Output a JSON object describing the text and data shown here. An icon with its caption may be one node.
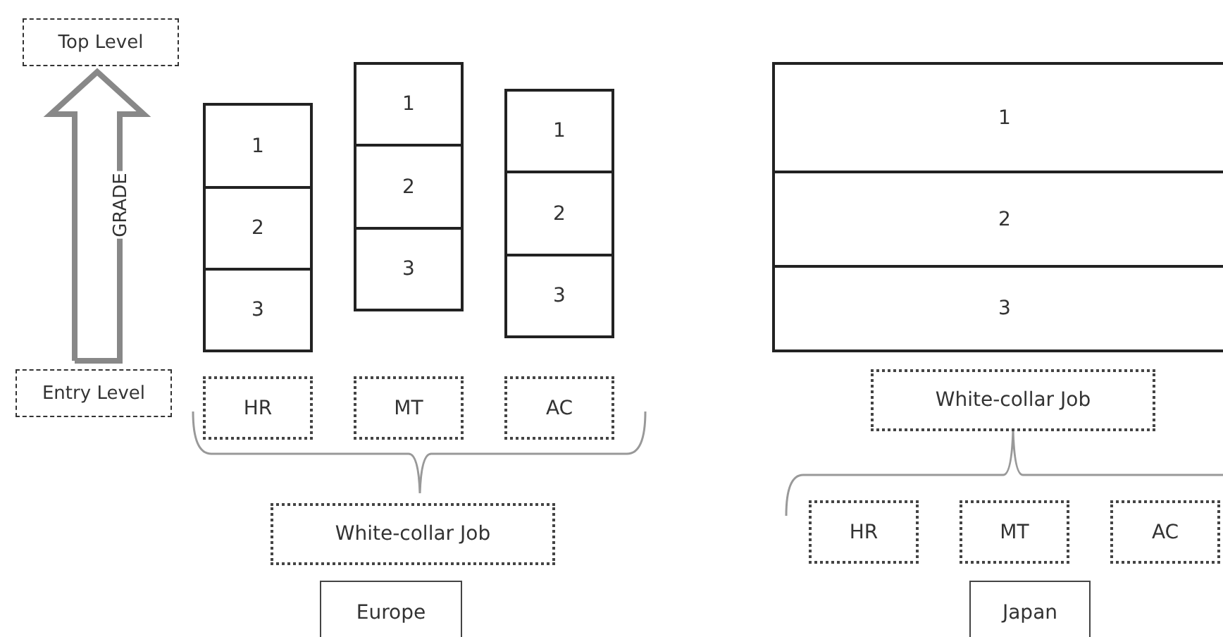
{
  "diagram": {
    "nodes": [
      {
        "text": [
          "Top Level"
        ]
      },
      {
        "text": [
          "Entry Level"
        ]
      },
      {
        "text": [
          "1"
        ]
      },
      {
        "text": [
          "2"
        ]
      },
      {
        "text": [
          "3"
        ]
      },
      {
        "text": [
          "1"
        ]
      },
      {
        "text": [
          "2"
        ]
      },
      {
        "text": [
          "3"
        ]
      },
      {
        "text": [
          "1"
        ]
      },
      {
        "text": [
          "2"
        ]
      },
      {
        "text": [
          "3"
        ]
      },
      {
        "text": [
          "HR"
        ]
      },
      {
        "text": [
          "MT"
        ]
      },
      {
        "text": [
          "AC"
        ]
      },
      {
        "text": [
          "White-collar Job"
        ]
      },
      {
        "text": [
          "Europe"
        ]
      },
      {
        "text": [
          "1"
        ]
      },
      {
        "text": [
          "2"
        ]
      },
      {
        "text": [
          "3"
        ]
      },
      {
        "text": [
          "White-collar Job"
        ]
      },
      {
        "text": [
          "HR"
        ]
      },
      {
        "text": [
          "MT"
        ]
      },
      {
        "text": [
          "AC"
        ]
      },
      {
        "text": [
          "Japan"
        ]
      }
    ],
    "edges": [
      {
        "from": 1,
        "to": 0,
        "arrow": "to",
        "label": "GRADE",
        "style": "thick"
      }
    ]
  }
}
